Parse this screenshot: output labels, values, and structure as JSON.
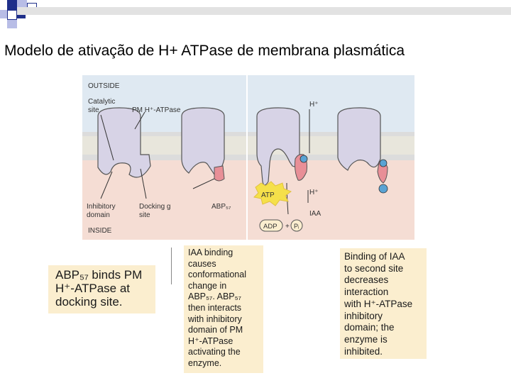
{
  "slide": {
    "title": "Modelo de ativação de H+ ATPase de membrana plasmática"
  },
  "diagram": {
    "outside_label": "OUTSIDE",
    "inside_label": "INSIDE",
    "catalytic_label": "Catalytic",
    "catalytic_label_2": "site",
    "pm_label": "PM H⁺-ATPase",
    "inhibitory_label": "Inhibitory",
    "inhibitory_label_2": "domain",
    "docking_label": "Docking g",
    "docking_label_2": "site",
    "abp_label": "ABP₅₇",
    "atp_label": "ATP",
    "hplus_top": "H⁺",
    "hplus_mid": "H⁺",
    "iaa_label": "IAA",
    "adp_label": "ADP",
    "pi_label": "Pᵢ",
    "plus_sign": "+",
    "colors": {
      "outside_bg": "#dfe9f2",
      "membrane_band": "#e8e0c6",
      "inside_bg": "#f5ddd4",
      "protein": "#d7d3e6",
      "abp": "#e88f97",
      "iaa": "#5aa3d4",
      "atp_burst": "#f5e04a"
    }
  },
  "captions": {
    "c1": [
      "ABP₅₇ binds PM",
      "H⁺-ATPase at",
      "docking site."
    ],
    "c2": [
      "IAA binding",
      "causes",
      "conformational",
      "change in",
      "ABP₅₇. ABP₅₇",
      "then interacts",
      "with inhibitory",
      "domain of PM",
      "H⁺-ATPase",
      "activating the",
      "enzyme."
    ],
    "c3": [
      "Binding of IAA",
      "to second site",
      "decreases",
      "interaction",
      "with H⁺-ATPase",
      "inhibitory",
      "domain; the",
      "enzyme is",
      "inhibited."
    ]
  }
}
